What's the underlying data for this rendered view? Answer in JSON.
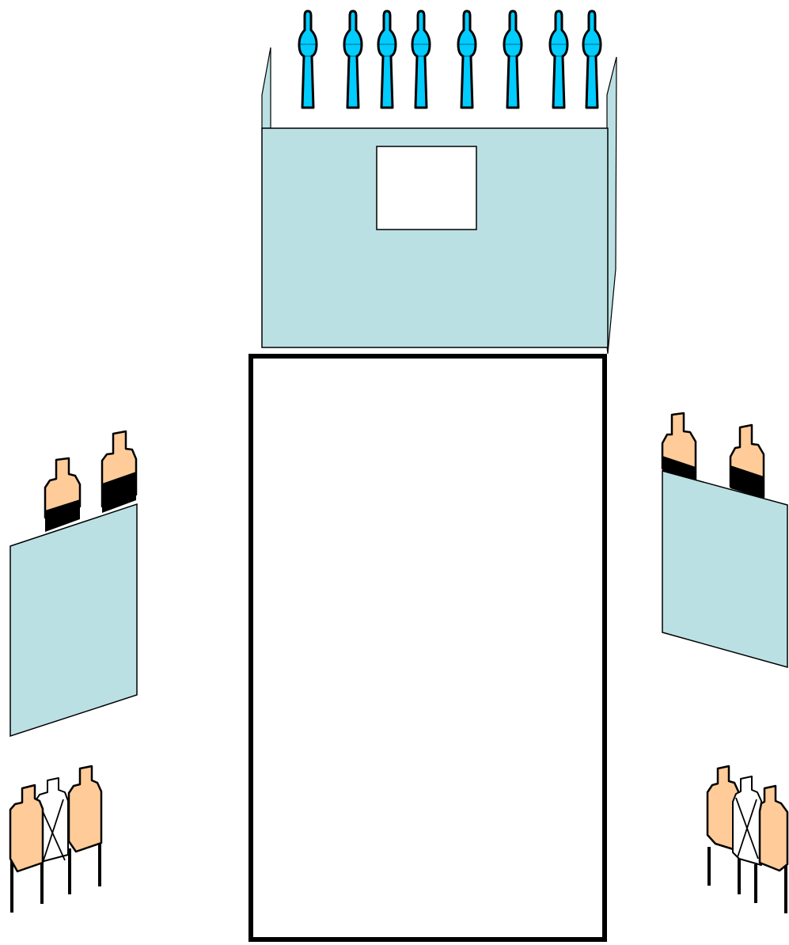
{
  "scene": {
    "colors": {
      "background": "#ffffff",
      "panel_fill": "#bbe0e3",
      "outline": "#000000",
      "blue_figure": "#00ccff",
      "tan_figure": "#ffcc99",
      "dark_band": "#000000",
      "white_figure": "#ffffff"
    },
    "top_row": {
      "figure_count": 8,
      "icon": "blue-bottle-figure-icon"
    },
    "top_panel": {
      "window": "white-rectangle"
    },
    "center_area": {
      "style": "white-rectangle-thick-border"
    },
    "side_panels": [
      {
        "name": "left",
        "figures": 2,
        "icon": "tan-bottle-figure-icon"
      },
      {
        "name": "right",
        "figures": 2,
        "icon": "tan-bottle-figure-icon"
      }
    ],
    "bottom_groups": [
      {
        "name": "bottom-left",
        "figures": 3,
        "middle_crossed": true
      },
      {
        "name": "bottom-right",
        "figures": 3,
        "middle_crossed": true
      }
    ]
  }
}
